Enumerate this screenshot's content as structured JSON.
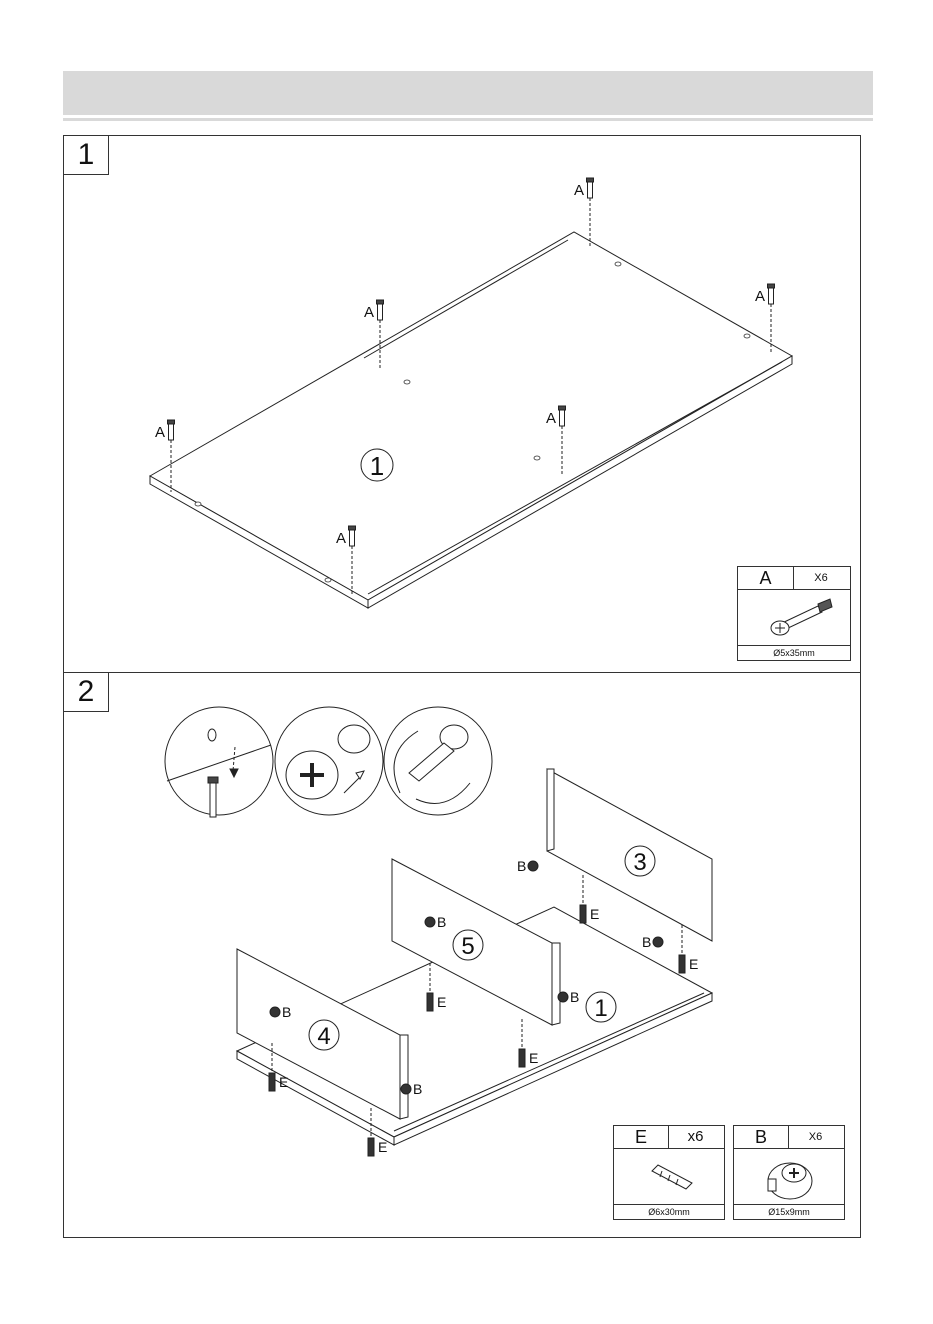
{
  "header": {
    "title": ""
  },
  "steps": [
    {
      "number": "1",
      "panel_labels": [
        "1"
      ],
      "hardware_label": "A"
    },
    {
      "number": "2",
      "panel_labels": [
        "3",
        "5",
        "4",
        "1"
      ],
      "hardware_labels": [
        "B",
        "E"
      ]
    }
  ],
  "parts": {
    "A": {
      "letter": "A",
      "qty": "X6",
      "size": "Ø5x35mm",
      "icon": "cam-bolt-icon"
    },
    "E": {
      "letter": "E",
      "qty": "x6",
      "size": "Ø6x30mm",
      "icon": "wooden-dowel-icon"
    },
    "B": {
      "letter": "B",
      "qty": "X6",
      "size": "Ø15x9mm",
      "icon": "cam-lock-icon"
    }
  }
}
